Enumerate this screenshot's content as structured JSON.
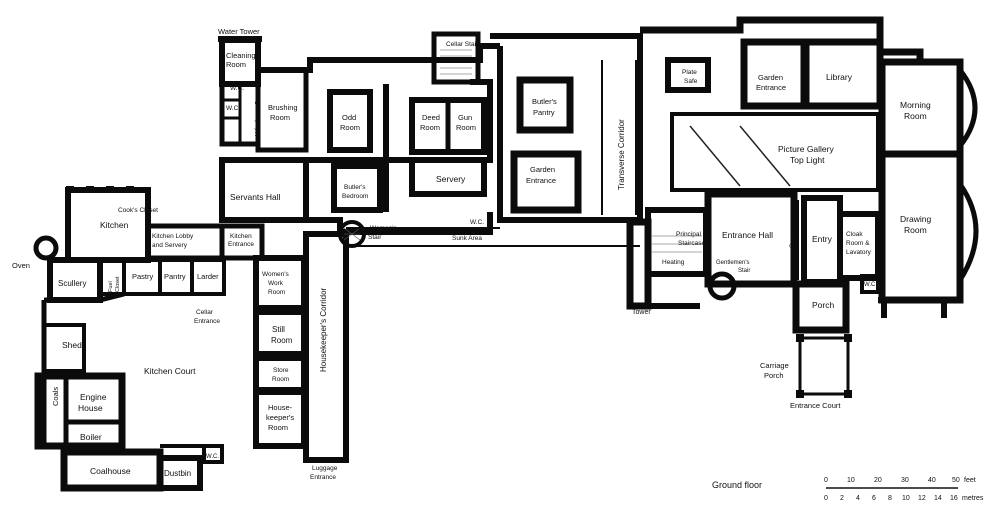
{
  "title": "Ground floor",
  "rooms": {
    "water_tower": "Water Tower",
    "cleaning_room": [
      "Cleaning",
      "Room"
    ],
    "wc_1": "W.C.",
    "wc_2": "W.C.",
    "windows_over": "Windows Over",
    "brushing_room": [
      "Brushing",
      "Room"
    ],
    "odd_room": [
      "Odd",
      "Room"
    ],
    "deed_room": [
      "Deed",
      "Room"
    ],
    "gun_room": [
      "Gun",
      "Room"
    ],
    "cellar_stair": "Cellar Stair",
    "butlers_pantry": [
      "Butler's",
      "Pantry"
    ],
    "transverse_corridor": "Transverse Corridor",
    "plate_safe": [
      "Plate",
      "Safe"
    ],
    "garden_entrance_1": [
      "Garden",
      "Entrance"
    ],
    "library": "Library",
    "morning_room": [
      "Morning",
      "Room"
    ],
    "picture_gallery": [
      "Picture Gallery",
      "Top Light"
    ],
    "servery": "Servery",
    "butlers_bedroom": [
      "Butler's",
      "Bedroom"
    ],
    "servants_hall": "Servants Hall",
    "garden_entrance_2": [
      "Garden",
      "Entrance"
    ],
    "wc_3": "W.C.",
    "cooks_closet": "Cook's Closet",
    "kitchen": "Kitchen",
    "kitchen_lobby": [
      "Kitchen Lobby",
      "and Servery"
    ],
    "kitchen_entrance": [
      "Kitchen",
      "Entrance"
    ],
    "womens_stair": [
      "Women's",
      "Stair"
    ],
    "sunk_area": "Sunk Area",
    "principal_staircase": [
      "Principal",
      "Staircase"
    ],
    "heating": "Heating",
    "entrance_hall": "Entrance Hall",
    "screen": "Screen",
    "entry": "Entry",
    "cloak_room": [
      "Cloak",
      "Room &",
      "Lavatory"
    ],
    "drawing_room": [
      "Drawing",
      "Room"
    ],
    "oven": "Oven",
    "scullery": "Scullery",
    "fuel_closet": [
      "Fuel",
      "Closet"
    ],
    "pastry": "Pastry",
    "pantry": "Pantry",
    "larder": "Larder",
    "womens_work_room": [
      "Women's",
      "Work",
      "Room"
    ],
    "gentlemens_stair": [
      "Gentlemen's",
      "Stair"
    ],
    "wc_4": "W.C.",
    "tower": "Tower",
    "cellar_entrance": [
      "Cellar",
      "Entrance"
    ],
    "porch": "Porch",
    "shed": "Shed",
    "kitchen_court": "Kitchen Court",
    "still_room": [
      "Still",
      "Room"
    ],
    "housekeepers_corridor": "Housekeeper's Corridor",
    "store_room": [
      "Store",
      "Room"
    ],
    "carriage_porch": [
      "Carriage",
      "Porch"
    ],
    "coals": "Coals",
    "engine_house": [
      "Engine",
      "House"
    ],
    "housekeepers_room": [
      "House-",
      "keeper's",
      "Room"
    ],
    "entrance_court": "Entrance Court",
    "boiler": "Boiler",
    "wc_5": "W.C.",
    "coalhouse": "Coalhouse",
    "dustbin": "Dustbin",
    "luggage_entrance": [
      "Luggage",
      "Entrance"
    ]
  },
  "scale": {
    "feet_ticks": [
      "0",
      "10",
      "20",
      "30",
      "40",
      "50"
    ],
    "feet_unit": "feet",
    "metre_ticks": [
      "0",
      "2",
      "4",
      "6",
      "8",
      "10",
      "12",
      "14",
      "16"
    ],
    "metre_unit": "metres"
  }
}
